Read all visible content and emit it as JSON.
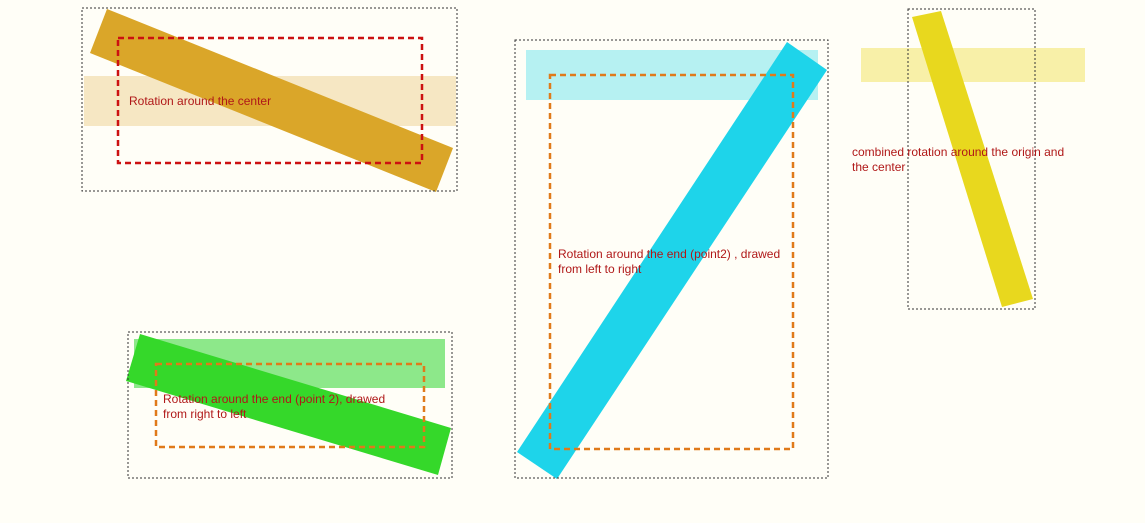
{
  "colors": {
    "background": "#fffef7",
    "label_text": "#b01818",
    "outline": "#333333",
    "red_dash": "#cc1111",
    "orange_dash": "#e07a1a",
    "goldenrod": "#daa629",
    "goldenrod_ghost": "#f6e7c3",
    "green": "#35d82a",
    "green_ghost": "#8de88a",
    "cyan": "#1ed4ea",
    "cyan_ghost": "#b6f1f2",
    "yellow": "#e8d81e",
    "yellow_ghost": "#f8f0a8"
  },
  "panels": {
    "center": {
      "label": "Rotation around the center"
    },
    "end_right_to_left": {
      "label": "Rotation around the end (point 2),  drawed from right to left"
    },
    "end_left_to_right": {
      "label": "Rotation around the end (point2) , drawed from left to right"
    },
    "combined": {
      "label": "combined rotation  around the origin and the center"
    }
  }
}
